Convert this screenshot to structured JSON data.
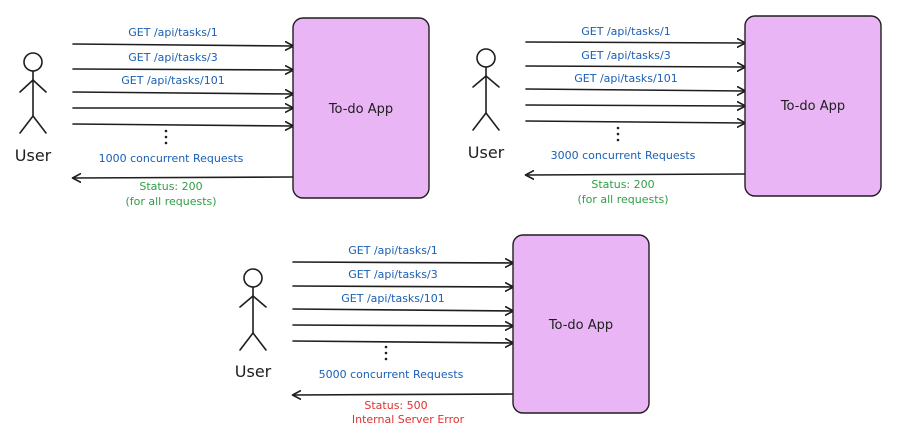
{
  "colors": {
    "request_label": "#1a5fb4",
    "status_ok": "#2f9e44",
    "status_error": "#e03131",
    "app_fill": "#e9b5f4",
    "ink": "#1e1e1e"
  },
  "scenarios": [
    {
      "user_label": "User",
      "app_label": "To-do App",
      "requests": [
        "GET /api/tasks/1",
        "GET /api/tasks/3",
        "GET /api/tasks/101"
      ],
      "concurrency_label": "1000 concurrent Requests",
      "status_line1": "Status: 200",
      "status_line2": "(for all requests)",
      "status_kind": "ok"
    },
    {
      "user_label": "User",
      "app_label": "To-do App",
      "requests": [
        "GET /api/tasks/1",
        "GET /api/tasks/3",
        "GET /api/tasks/101"
      ],
      "concurrency_label": "3000 concurrent Requests",
      "status_line1": "Status: 200",
      "status_line2": "(for all requests)",
      "status_kind": "ok"
    },
    {
      "user_label": "User",
      "app_label": "To-do App",
      "requests": [
        "GET /api/tasks/1",
        "GET /api/tasks/3",
        "GET /api/tasks/101"
      ],
      "concurrency_label": "5000 concurrent Requests",
      "status_line1": "Status: 500",
      "status_line2": "Internal Server Error",
      "status_kind": "error"
    }
  ]
}
